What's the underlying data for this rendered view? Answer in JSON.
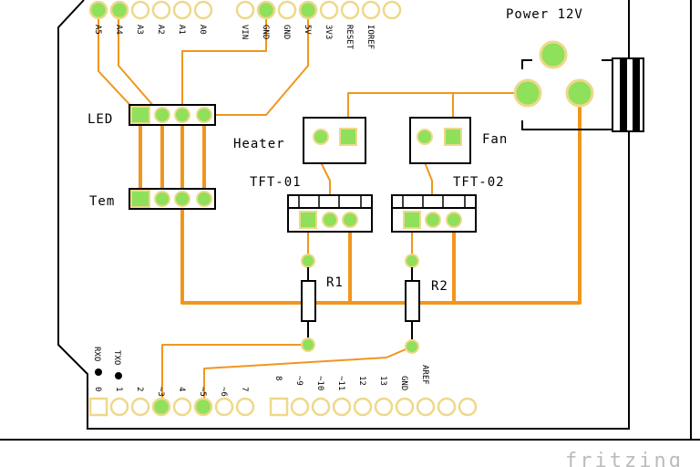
{
  "colors": {
    "trace": "#f0961e",
    "pad_fill": "#8fe05a",
    "pad_ring": "#eed88a",
    "outline": "#000000",
    "background": "#ffffff"
  },
  "labels": {
    "power": "Power 12V",
    "led": "LED",
    "tem": "Tem",
    "heater": "Heater",
    "fan": "Fan",
    "tft1": "TFT-01",
    "tft2": "TFT-02",
    "r1": "R1",
    "r2": "R2"
  },
  "top_headers": {
    "analog": [
      "A5",
      "A4",
      "A3",
      "A2",
      "A1",
      "A0"
    ],
    "power": [
      "VIN",
      "GND",
      "GND",
      "5V",
      "3V3",
      "RESET",
      "IOREF"
    ]
  },
  "bottom_headers": {
    "left": [
      "0",
      "1",
      "2",
      "~3",
      "4",
      "~5",
      "~6",
      "7"
    ],
    "right": [
      "8",
      "~9",
      "~10",
      "~11",
      "12",
      "13",
      "GND",
      "AREF"
    ],
    "rx": "RXO",
    "tx": "TXO"
  },
  "watermark": "fritzing"
}
